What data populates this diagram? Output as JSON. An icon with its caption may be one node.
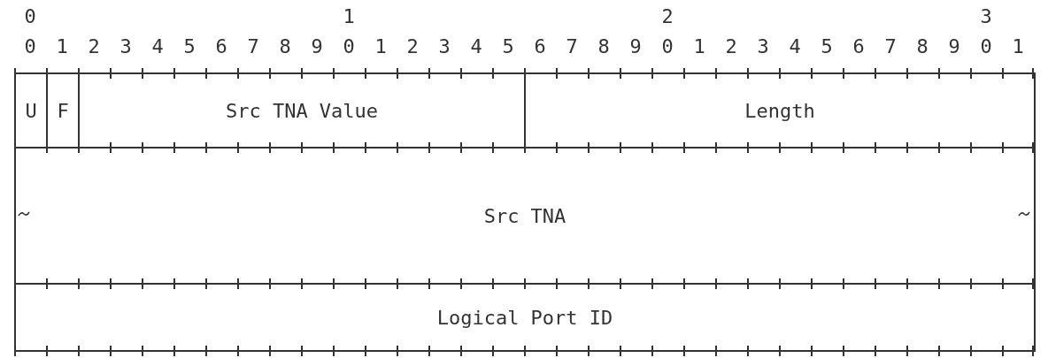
{
  "diagram": {
    "nodes": [
      {
        "text": [
          "U"
        ]
      },
      {
        "text": [
          "F"
        ]
      },
      {
        "text": [
          "Src TNA Value"
        ]
      },
      {
        "text": [
          "Length"
        ]
      },
      {
        "text": [
          "Src TNA"
        ]
      },
      {
        "text": [
          "Logical Port ID"
        ]
      }
    ],
    "labels": [
      "0",
      "1",
      "2",
      "3",
      "0",
      "1",
      "2",
      "3",
      "4",
      "5",
      "6",
      "7",
      "8",
      "9",
      "0",
      "1",
      "2",
      "3",
      "4",
      "5",
      "6",
      "7",
      "8",
      "9",
      "0",
      "1",
      "2",
      "3",
      "4",
      "5",
      "6",
      "7",
      "8",
      "9",
      "0",
      "1"
    ]
  }
}
